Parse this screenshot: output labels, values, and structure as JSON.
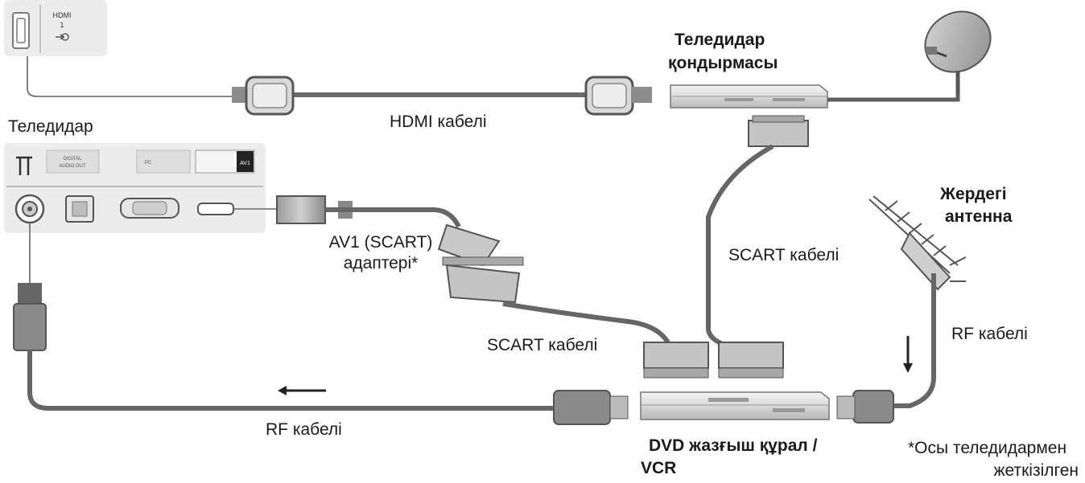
{
  "labels": {
    "tv": "Теледидар",
    "settop_line1": "Теледидар",
    "settop_line2": "қондырмасы",
    "hdmi_cable": "HDMI кабелі",
    "scart_cable_right": "SCART кабелі",
    "scart_cable_left": "SCART кабелі",
    "av1_line1": "AV1 (SCART)",
    "av1_line2": "адаптері*",
    "antenna_line1": "Жердегі",
    "antenna_line2": "антенна",
    "rf_cable_right": "RF кабелі",
    "rf_cable_bottom": "RF кабелі",
    "dvd_line1": "DVD жазғыш құрал /",
    "dvd_line2": "VCR",
    "footnote_line1": "*Осы теледидармен",
    "footnote_line2": "жеткізілген"
  },
  "ports": {
    "hdmi_title": "HDMI",
    "hdmi_num": "1",
    "digital_audio_line1": "DIGITAL",
    "digital_audio_line2": "AUDIO OUT",
    "pc": "PC",
    "av1": "AV1"
  },
  "colors": {
    "cable": "#5f5f5f",
    "panel": "#ececec",
    "device": "#d8d8d8",
    "text": "#1a1a1a"
  }
}
